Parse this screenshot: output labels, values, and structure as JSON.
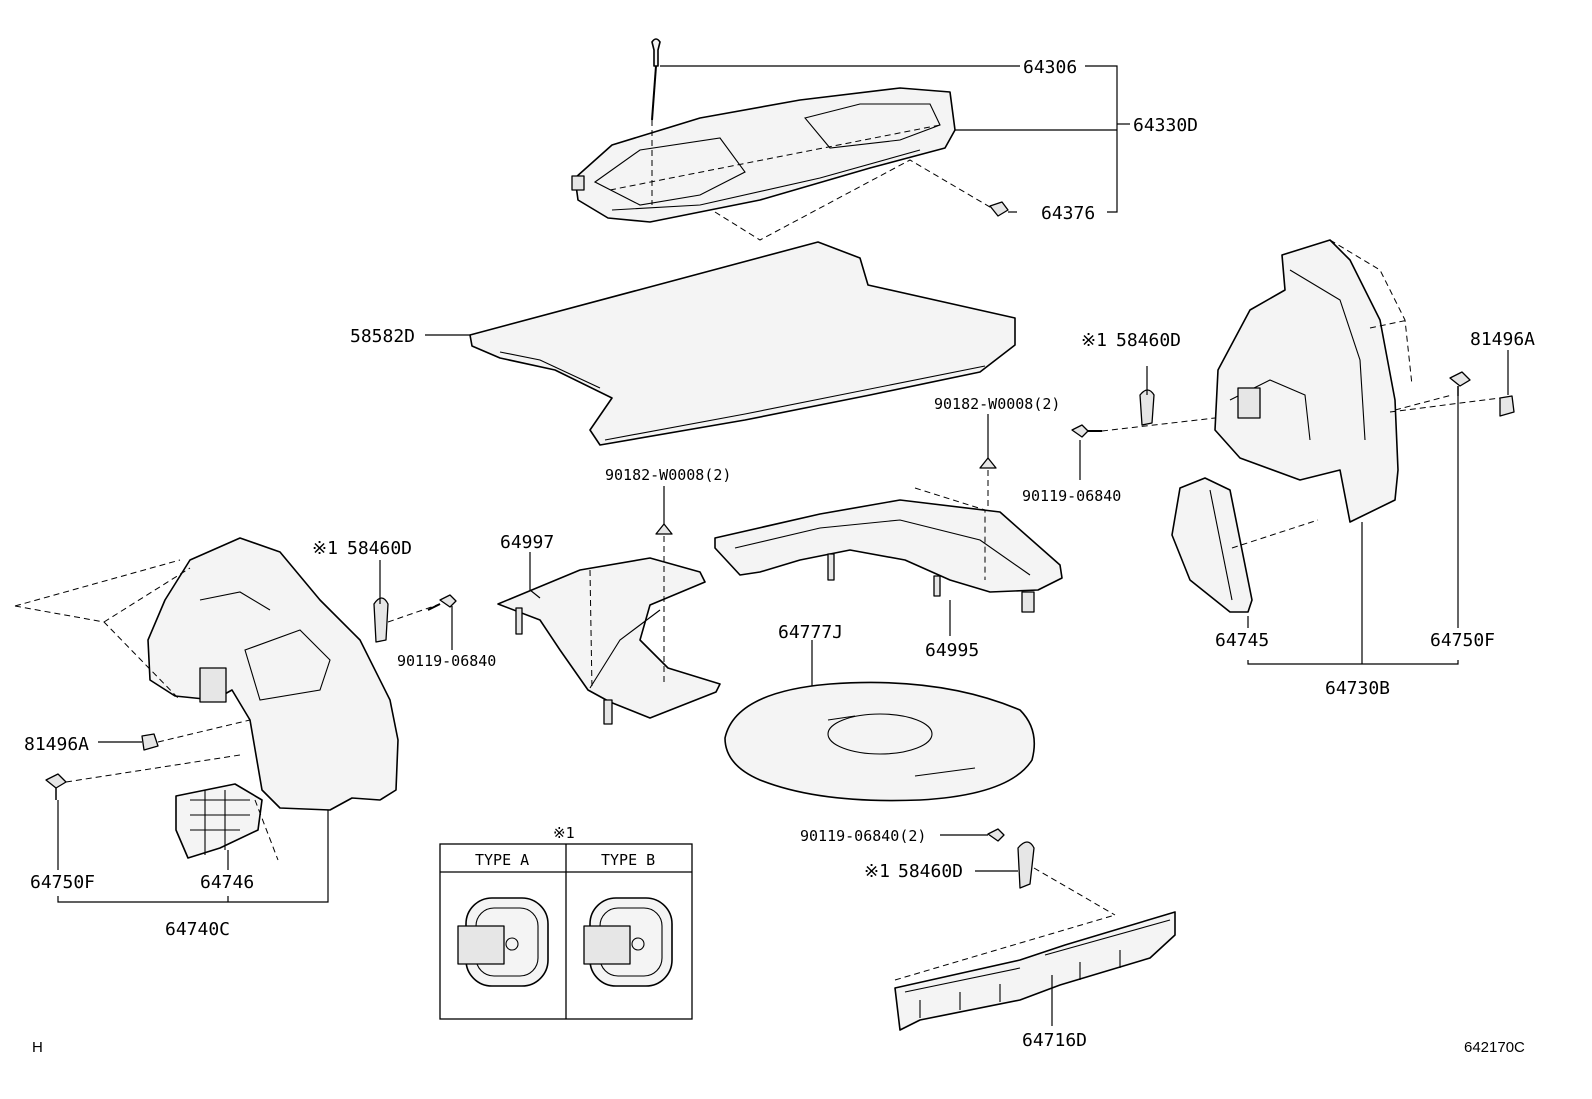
{
  "labels": {
    "p64306": "64306",
    "p64330D": "64330D",
    "p64376": "64376",
    "p58582D": "58582D",
    "p58460D_right": "58460D",
    "mark_right": "※1",
    "p81496A_right": "81496A",
    "p90182_right": "90182-W0008(2)",
    "p90119_right": "90119-06840",
    "p90182_center": "90182-W0008(2)",
    "p64997": "64997",
    "p64995": "64995",
    "p64777J": "64777J",
    "p64745": "64745",
    "p64750F_right": "64750F",
    "p64730B": "64730B",
    "p58460D_left": "58460D",
    "mark_left": "※1",
    "p90119_left": "90119-06840",
    "p81496A_left": "81496A",
    "p64750F_left": "64750F",
    "p64746": "64746",
    "p64740C": "64740C",
    "p90119_bottom": "90119-06840(2)",
    "p58460D_bottom": "58460D",
    "mark_bottom": "※1",
    "p64716D": "64716D"
  },
  "inset": {
    "mark": "※1",
    "type_a": "TYPE A",
    "type_b": "TYPE B"
  },
  "corner_left": "H",
  "corner_right": "642170C"
}
